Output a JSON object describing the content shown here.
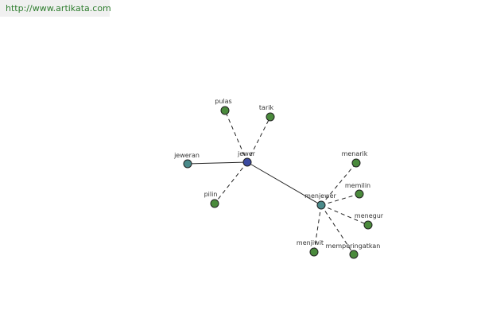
{
  "header": {
    "url": "http://www.artikata.com"
  },
  "colors": {
    "center": "#3b4aa0",
    "hub": "#4a8a8a",
    "leaf": "#4a8a3c",
    "stroke": "#222222"
  },
  "graph": {
    "nodes": [
      {
        "id": "jewer",
        "label": "jewer",
        "kind": "center"
      },
      {
        "id": "jeweran",
        "label": "jeweran",
        "kind": "hub"
      },
      {
        "id": "menjewer",
        "label": "menjewer",
        "kind": "hub"
      },
      {
        "id": "pulas",
        "label": "pulas",
        "kind": "leaf"
      },
      {
        "id": "tarik",
        "label": "tarik",
        "kind": "leaf"
      },
      {
        "id": "pilin",
        "label": "pilin",
        "kind": "leaf"
      },
      {
        "id": "menarik",
        "label": "menarik",
        "kind": "leaf"
      },
      {
        "id": "memilin",
        "label": "memilin",
        "kind": "leaf"
      },
      {
        "id": "menegur",
        "label": "menegur",
        "kind": "leaf"
      },
      {
        "id": "menjiwit",
        "label": "menjiwit",
        "kind": "leaf"
      },
      {
        "id": "memperingatkan",
        "label": "memperingatkan",
        "kind": "leaf"
      }
    ],
    "edges": [
      {
        "from": "jewer",
        "to": "jeweran",
        "style": "solid"
      },
      {
        "from": "jewer",
        "to": "menjewer",
        "style": "solid"
      },
      {
        "from": "jewer",
        "to": "pulas",
        "style": "dashed"
      },
      {
        "from": "jewer",
        "to": "tarik",
        "style": "dashed"
      },
      {
        "from": "jewer",
        "to": "pilin",
        "style": "dashed"
      },
      {
        "from": "menjewer",
        "to": "menarik",
        "style": "dashed"
      },
      {
        "from": "menjewer",
        "to": "memilin",
        "style": "dashed"
      },
      {
        "from": "menjewer",
        "to": "menegur",
        "style": "dashed"
      },
      {
        "from": "menjewer",
        "to": "menjiwit",
        "style": "dashed"
      },
      {
        "from": "menjewer",
        "to": "memperingatkan",
        "style": "dashed"
      }
    ]
  }
}
